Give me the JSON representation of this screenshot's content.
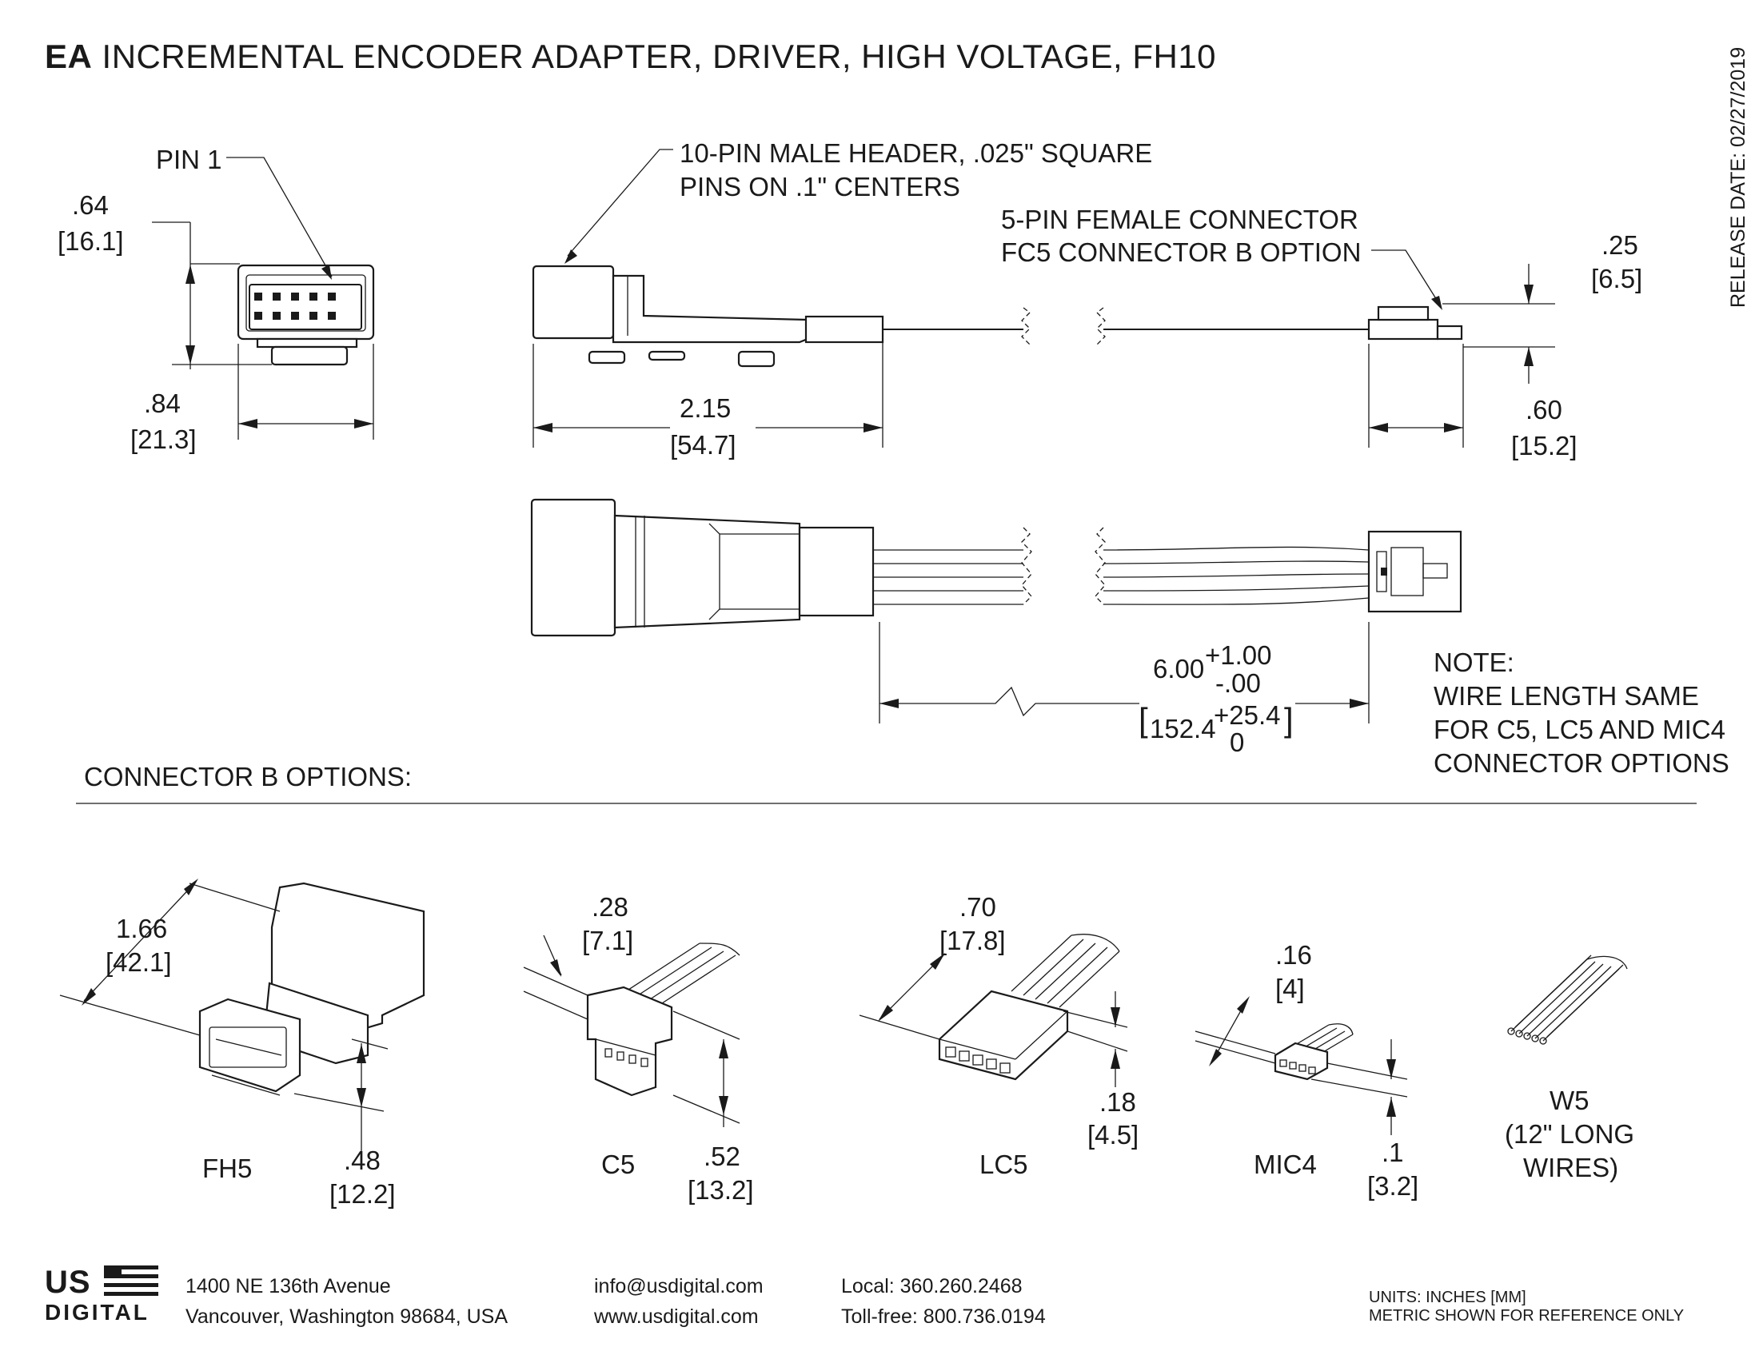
{
  "title": {
    "bold": "EA",
    "rest": "INCREMENTAL ENCODER ADAPTER, DRIVER, HIGH VOLTAGE, FH10"
  },
  "release_date": "RELEASE DATE: 02/27/2019",
  "callouts": {
    "pin1": "PIN 1",
    "header_line1": "10-PIN MALE HEADER, .025\" SQUARE",
    "header_line2": "PINS ON .1\" CENTERS",
    "female_line1": "5-PIN FEMALE CONNECTOR",
    "female_line2": "FC5 CONNECTOR B OPTION"
  },
  "dims": {
    "height_in": ".64",
    "height_mm": "16.1",
    "width_in": ".84",
    "width_mm": "21.3",
    "length_in": "2.15",
    "length_mm": "54.7",
    "fc5_h_in": ".25",
    "fc5_h_mm": "6.5",
    "fc5_w_in": ".60",
    "fc5_w_mm": "15.2",
    "wire_in": "6.00",
    "wire_in_plus": "+1.00",
    "wire_in_minus": "-.00",
    "wire_mm": "152.4",
    "wire_mm_plus": "+25.4",
    "wire_mm_minus": "0"
  },
  "note": {
    "line1": "NOTE:",
    "line2": "WIRE LENGTH SAME",
    "line3": "FOR C5, LC5 AND MIC4",
    "line4": "CONNECTOR OPTIONS"
  },
  "options_heading": "CONNECTOR B OPTIONS:",
  "options": {
    "fh5": {
      "label": "FH5",
      "d1_in": "1.66",
      "d1_mm": "42.1",
      "d2_in": ".48",
      "d2_mm": "12.2"
    },
    "c5": {
      "label": "C5",
      "d1_in": ".28",
      "d1_mm": "7.1",
      "d2_in": ".52",
      "d2_mm": "13.2"
    },
    "lc5": {
      "label": "LC5",
      "d1_in": ".70",
      "d1_mm": "17.8",
      "d2_in": ".18",
      "d2_mm": "4.5"
    },
    "mic4": {
      "label": "MIC4",
      "d1_in": ".16",
      "d1_mm": "4",
      "d2_in": ".1",
      "d2_mm": "3.2"
    },
    "w5": {
      "label": "W5",
      "line2": "(12\" LONG",
      "line3": "WIRES)"
    }
  },
  "footer": {
    "logo_top": "US",
    "logo_bottom": "DIGITAL",
    "address1": "1400 NE 136th Avenue",
    "address2": "Vancouver, Washington 98684, USA",
    "email": "info@usdigital.com",
    "web": "www.usdigital.com",
    "local": "Local: 360.260.2468",
    "tollfree": "Toll-free: 800.736.0194",
    "units1": "UNITS: INCHES [MM]",
    "units2": "METRIC SHOWN FOR REFERENCE ONLY"
  },
  "icons": [
    "pin-header-front-view",
    "connector-side-view",
    "connector-top-view",
    "fh5-connector-icon",
    "c5-connector-icon",
    "lc5-connector-icon",
    "mic4-connector-icon",
    "w5-wires-icon",
    "us-digital-flag-icon"
  ]
}
